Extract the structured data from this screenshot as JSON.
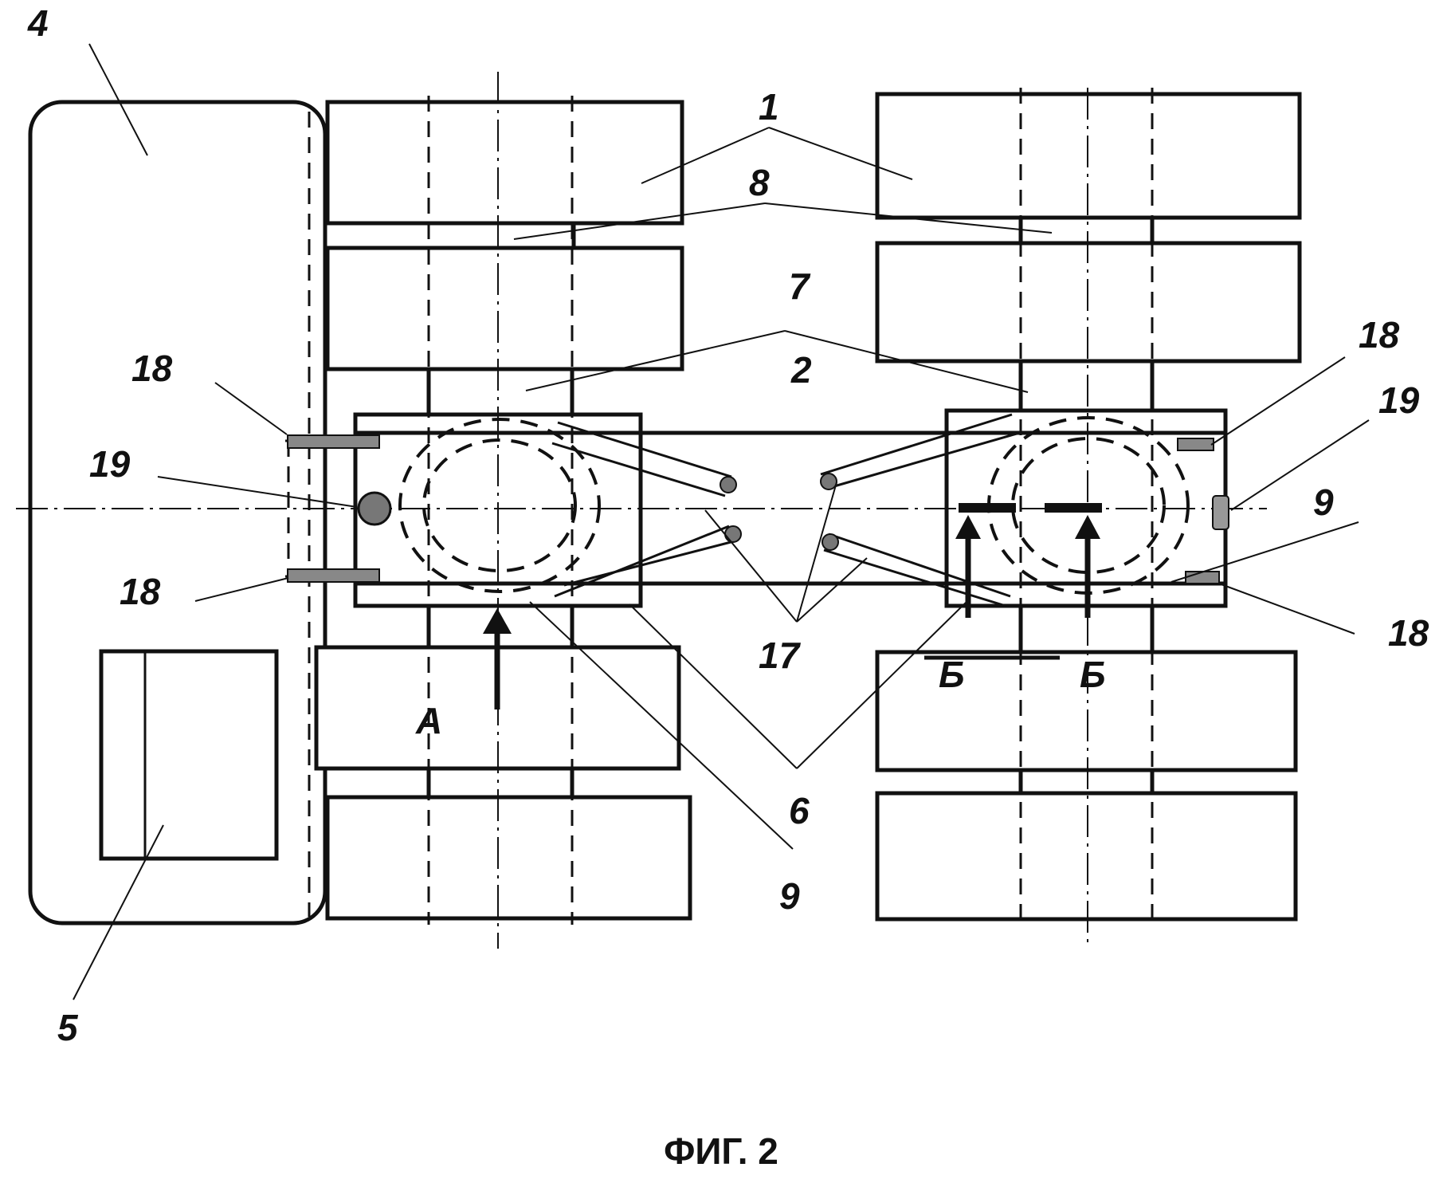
{
  "caption": "ФИГ. 2",
  "labels": {
    "l1": "1",
    "l2": "2",
    "l4": "4",
    "l5": "5",
    "l6": "6",
    "l7": "7",
    "l8": "8",
    "l9a": "9",
    "l9b": "9",
    "l17": "17",
    "l18a": "18",
    "l18b": "18",
    "l18c": "18",
    "l18d": "18",
    "l19a": "19",
    "l19b": "19",
    "lA": "А",
    "lB1": "Б",
    "lB2": "Б"
  }
}
